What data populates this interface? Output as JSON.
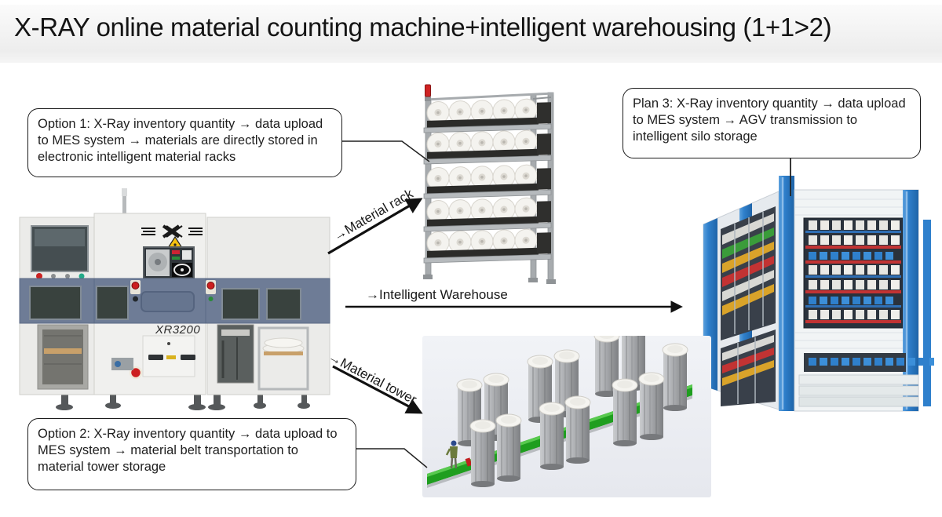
{
  "title": "X-RAY online material counting machine+intelligent warehousing (1+1>2)",
  "callouts": {
    "option1": "Option 1: X-Ray inventory quantity → data upload to MES system → materials are directly stored in electronic intelligent material racks",
    "plan3": "Plan 3: X-Ray inventory quantity → data upload to MES system → AGV transmission to intelligent silo storage",
    "option2": "Option 2: X-Ray inventory quantity → data upload to MES system → material belt transportation to material tower storage"
  },
  "flow_labels": {
    "material_rack": "→Material rack",
    "intelligent_warehouse": "→Intelligent Warehouse",
    "material_tower": "→Material tower"
  },
  "machine": {
    "model": "XR3200"
  },
  "illustrations": {
    "xray_machine": "x-ray-counting-machine",
    "material_rack": "electronic-material-rack",
    "intelligent_silo": "intelligent-silo-storage",
    "material_tower": "material-tower-conveyor"
  },
  "colors": {
    "arrow": "#111111",
    "box_border": "#1b1b1b",
    "machine_band": "#6e7c96",
    "silo_blue": "#2f80cc",
    "conveyor_green": "#1f9e1f"
  }
}
